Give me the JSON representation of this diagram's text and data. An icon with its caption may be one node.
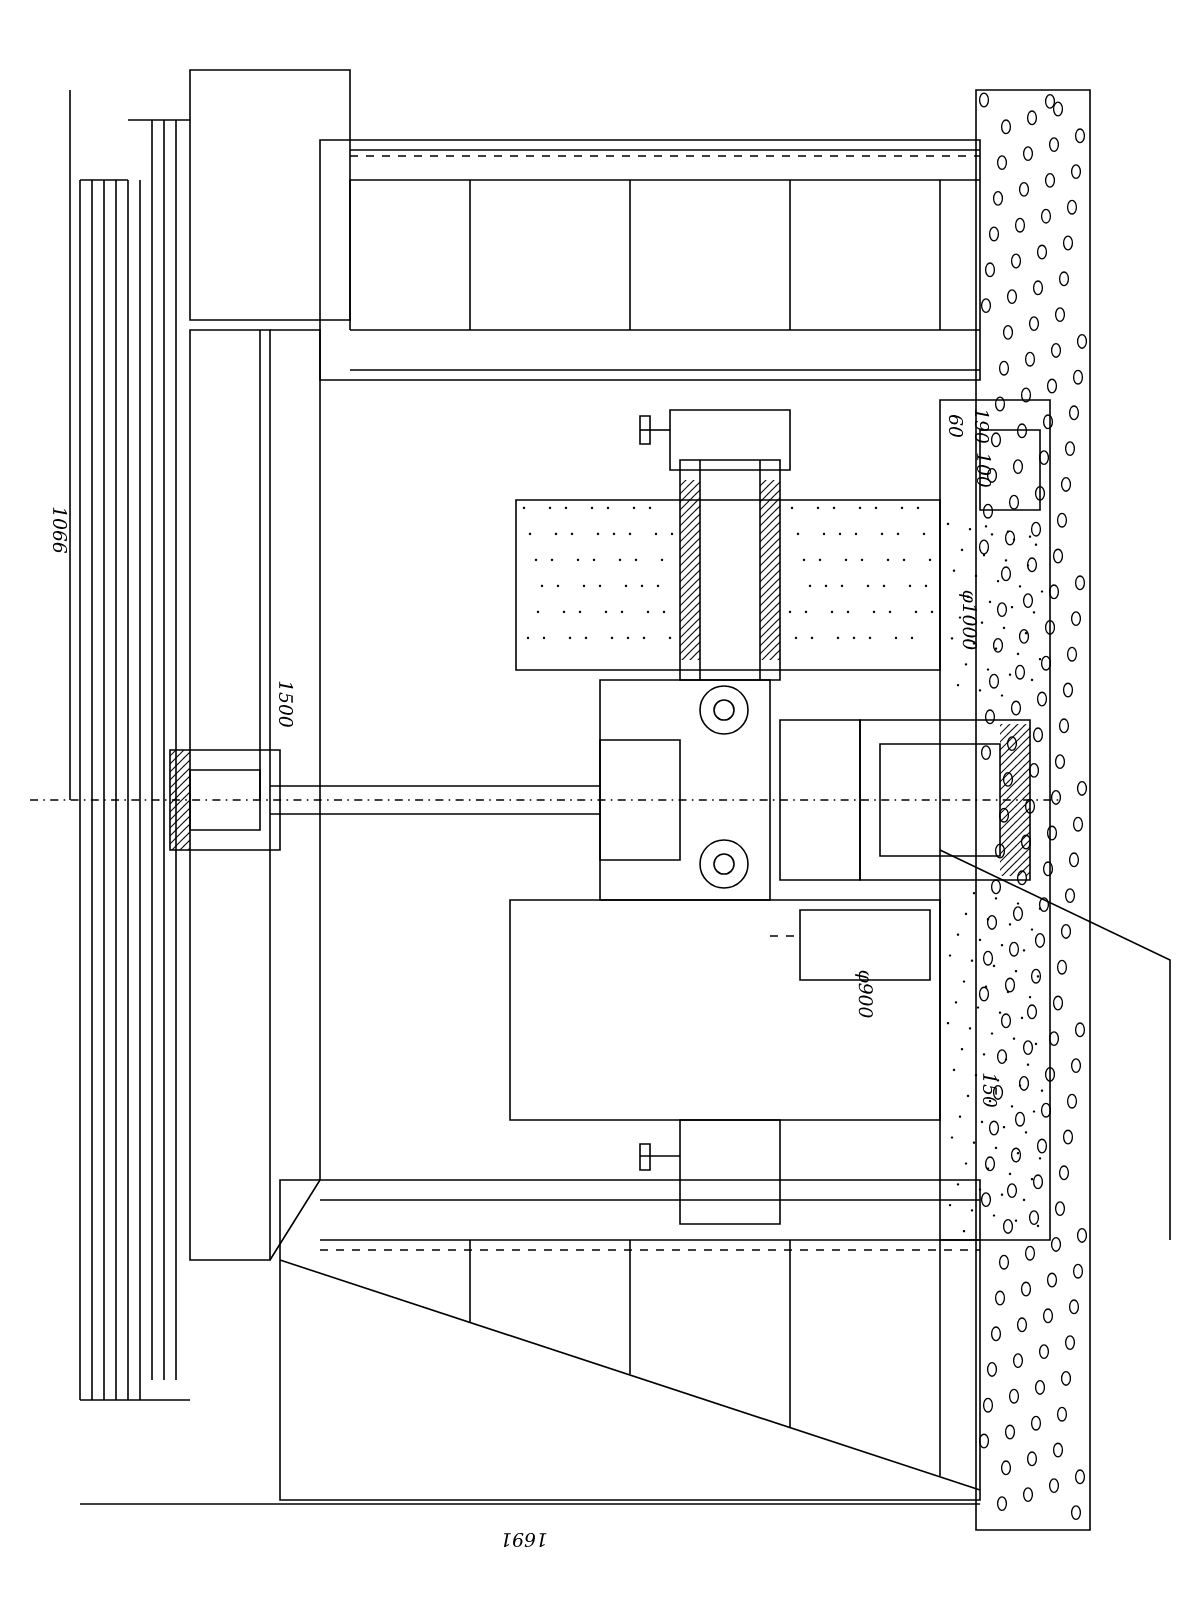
{
  "diagram": {
    "labels": [
      "1066",
      "1500",
      "60",
      "190",
      "100",
      "φ1000",
      "φ900",
      "150",
      "1691"
    ]
  }
}
